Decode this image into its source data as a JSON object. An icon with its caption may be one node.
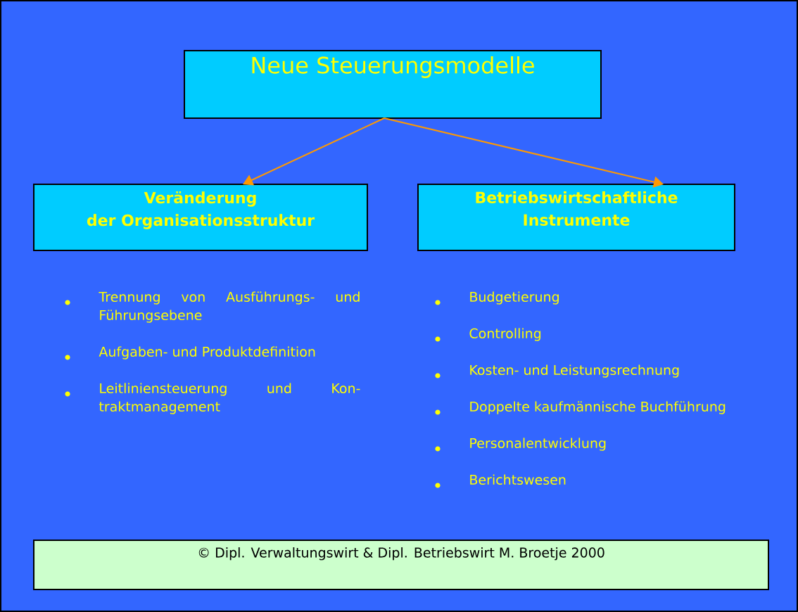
{
  "diagram": {
    "nodes": [
      {
        "text": [
          "Neue Steuerungsmodelle"
        ]
      },
      {
        "text": [
          "Veränderung der Organisationsstruktur"
        ]
      },
      {
        "text": [
          "Betriebswirtschaftliche Instrumente"
        ]
      },
      {
        "text": [
          "© Dipl. Verwaltungswirt & Dipl. Betriebswirt M. Broetje 2000"
        ]
      }
    ],
    "edges": [
      {
        "from": 0,
        "to": 1,
        "arrow": "to"
      },
      {
        "from": 0,
        "to": 2,
        "arrow": "to"
      }
    ],
    "labels": [
      "Trennung von Ausführungs- und Führungsebene",
      "Aufgaben- und Produktdefinition",
      "Leitliniensteuerung und Kon- traktmanagement",
      "Budgetierung",
      "Controlling",
      "Kosten- und Leistungsrechnung",
      "Doppelte kaufmännische Buchführung",
      "Personalentwicklung",
      "Berichtswesen"
    ]
  }
}
